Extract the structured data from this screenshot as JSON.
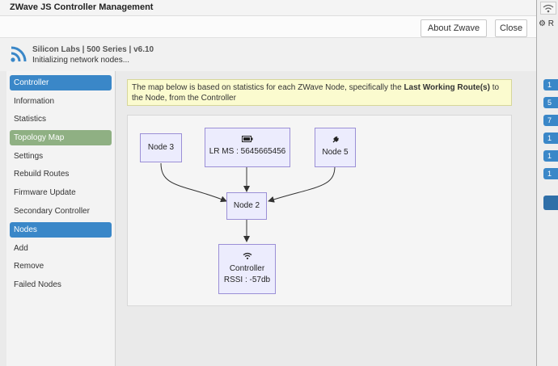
{
  "modal": {
    "title": "ZWave JS Controller Management",
    "about_label": "About Zwave JS",
    "close_label": "Close"
  },
  "status": {
    "device": "Silicon Labs | 500 Series | v6.10",
    "state": "Initializing network nodes..."
  },
  "sidebar": {
    "items": [
      {
        "label": "Controller",
        "kind": "header-blue"
      },
      {
        "label": "Information",
        "kind": "item"
      },
      {
        "label": "Statistics",
        "kind": "item"
      },
      {
        "label": "Topology Map",
        "kind": "header-green"
      },
      {
        "label": "Settings",
        "kind": "item"
      },
      {
        "label": "Rebuild Routes",
        "kind": "item"
      },
      {
        "label": "Firmware Update",
        "kind": "item"
      },
      {
        "label": "Secondary Controller Mode",
        "kind": "item"
      },
      {
        "label": "Nodes",
        "kind": "header-blue"
      },
      {
        "label": "Add",
        "kind": "item"
      },
      {
        "label": "Remove",
        "kind": "item"
      },
      {
        "label": "Failed Nodes",
        "kind": "item"
      }
    ]
  },
  "info": {
    "text_before": "The map below is based on statistics for each ZWave Node, specifically the ",
    "text_bold": "Last Working Route(s)",
    "text_after": " to the Node, from the Controller"
  },
  "topology": {
    "nodes": {
      "node3": {
        "label": "Node 3"
      },
      "lr": {
        "label": "LR MS : 5645665456",
        "icon": "battery-icon"
      },
      "node5": {
        "label": "Node 5",
        "icon": "plug-icon"
      },
      "node2": {
        "label": "Node 2"
      },
      "controller": {
        "label": "Controller",
        "sublabel": "RSSI : -57db",
        "icon": "wifi-icon"
      }
    }
  },
  "background_app": {
    "gear_label": "R",
    "pills": [
      "1",
      "5",
      "7",
      "1",
      "1",
      "1"
    ]
  },
  "colors": {
    "accent_blue": "#3a87c8",
    "active_green": "#8fb083",
    "info_yellow": "#fbfbcf",
    "node_fill": "#ececfd",
    "node_border": "#9b8fd6"
  }
}
